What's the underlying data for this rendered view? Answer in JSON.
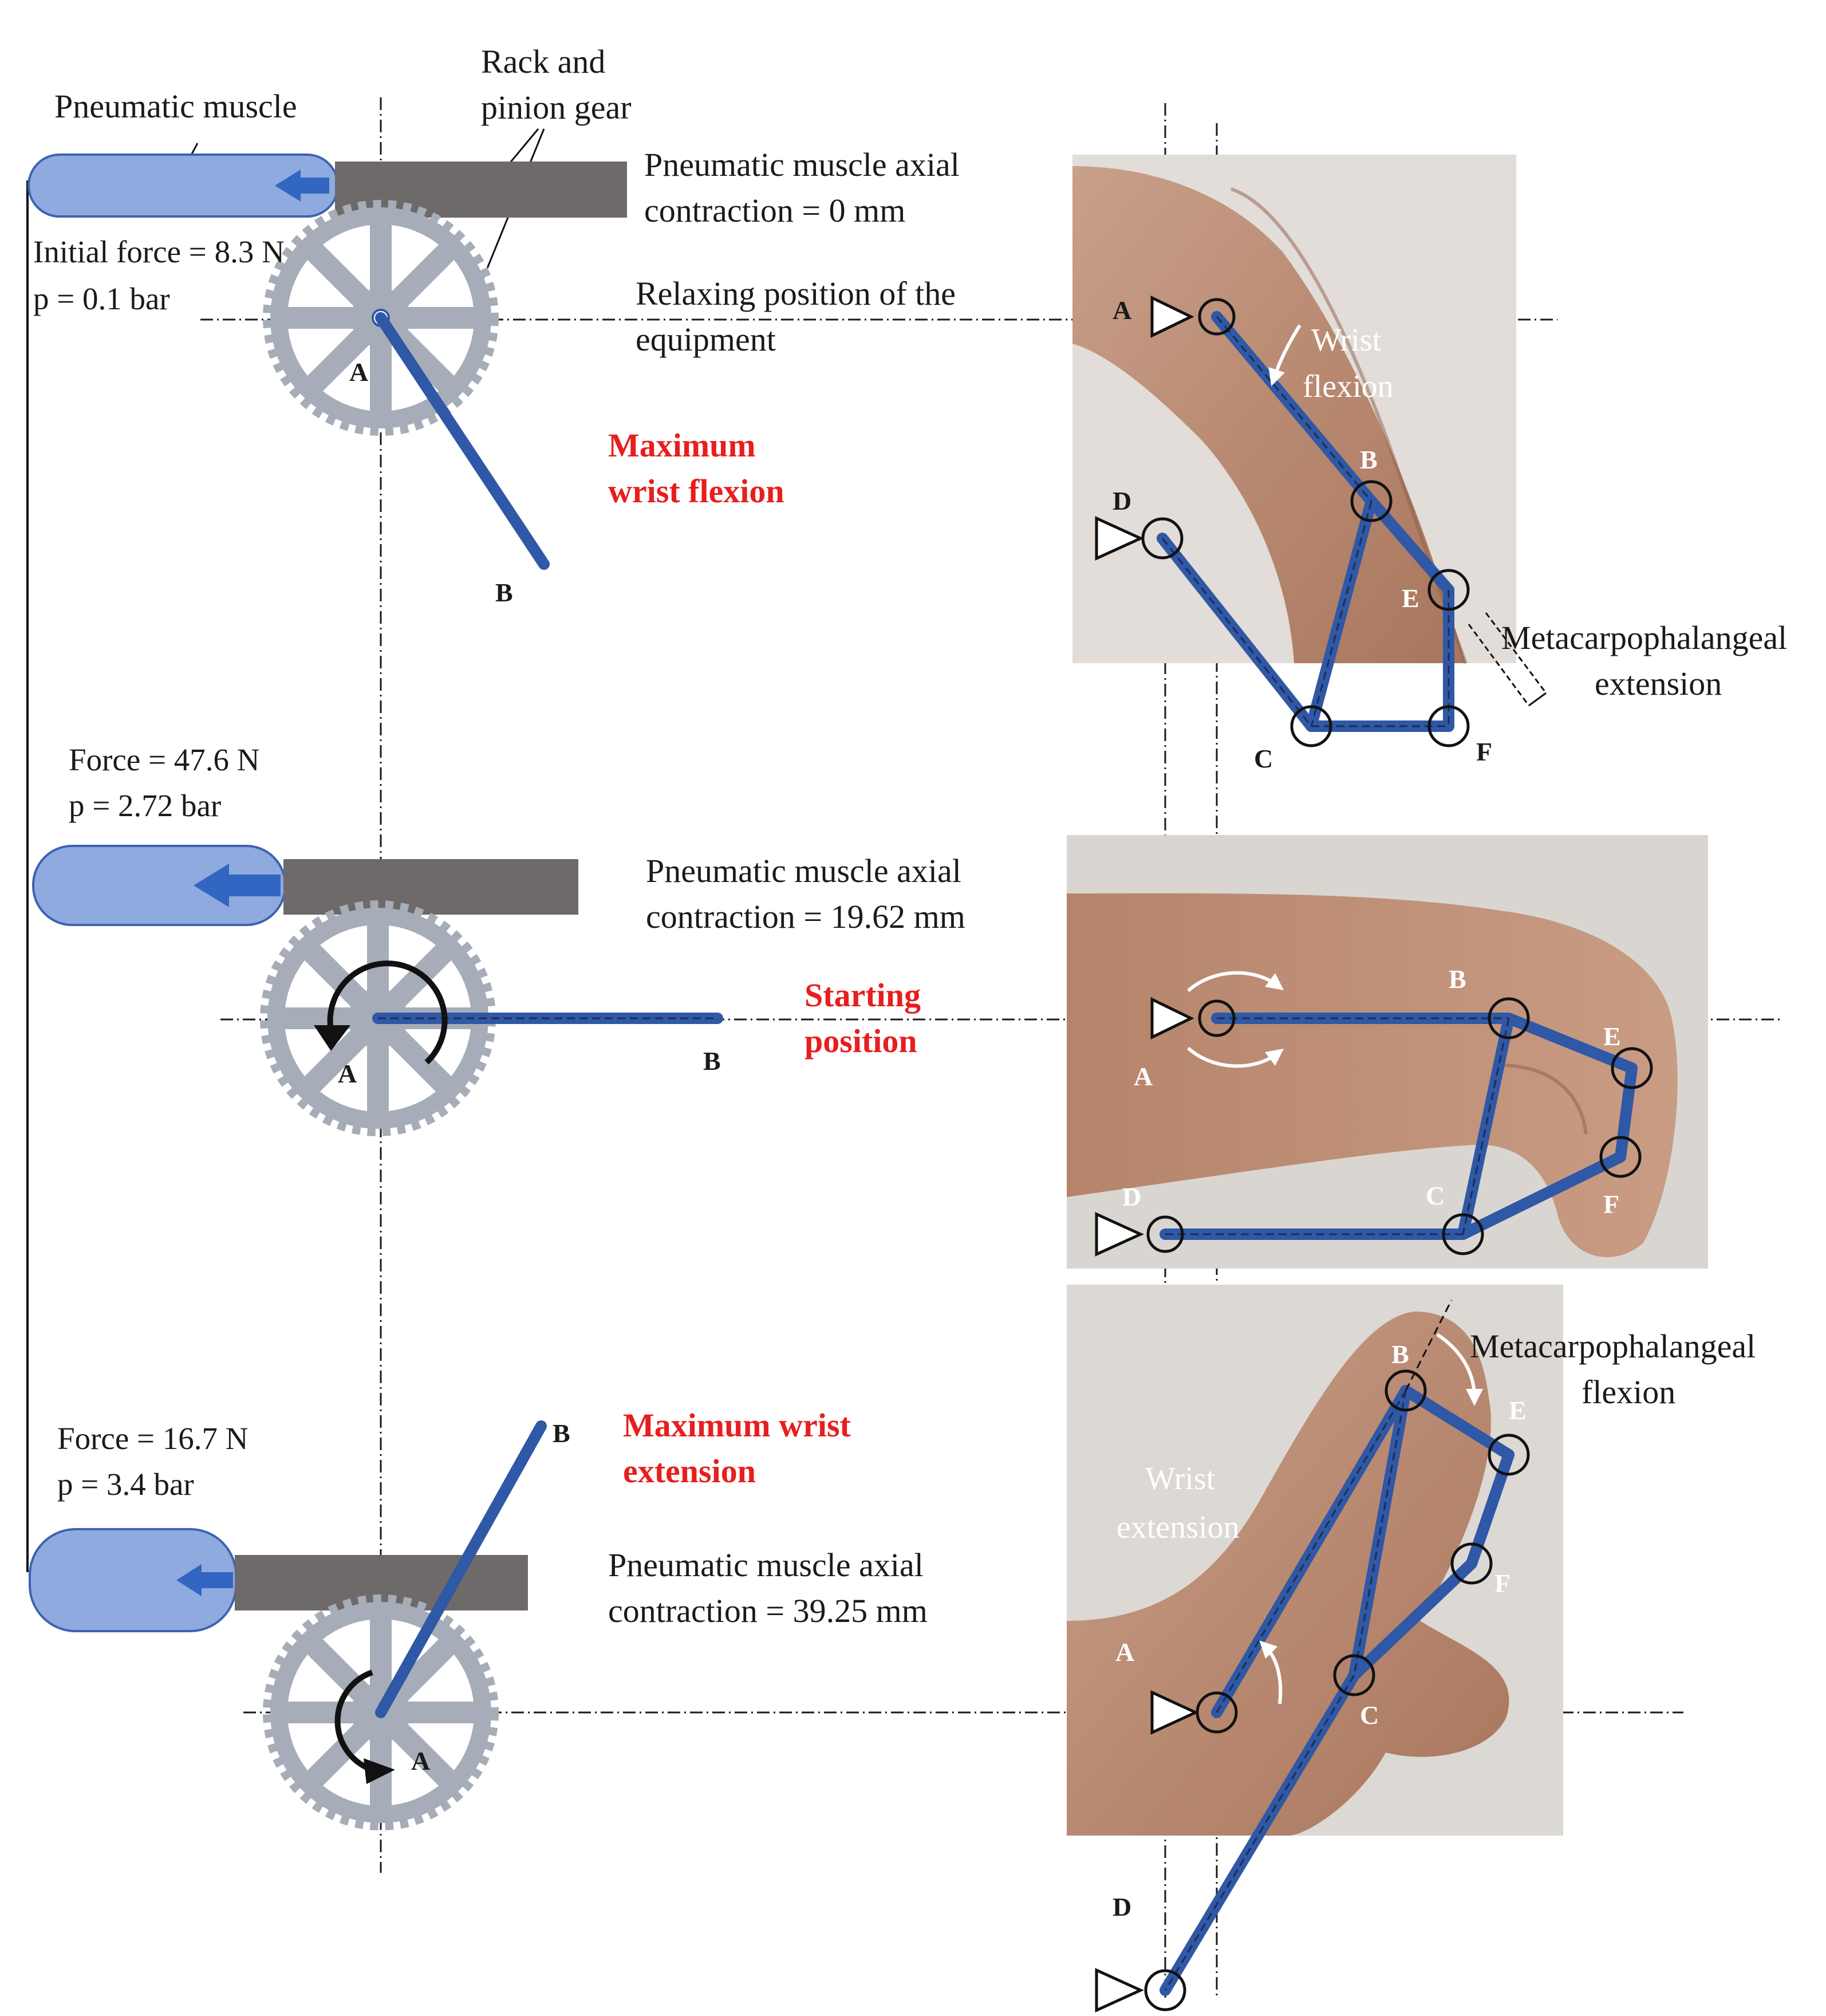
{
  "colors": {
    "accent_red": "#e81e1e",
    "link_blue": "#2f58a6",
    "muscle_blue": "#8eaadf",
    "rack_gray": "#6e6a6a",
    "gear_gray": "#a6adb8"
  },
  "panel1": {
    "muscle_label": "Pneumatic muscle",
    "rack_label_line1": "Rack and",
    "rack_label_line2": "pinion gear",
    "contraction_line1": "Pneumatic muscle axial",
    "contraction_line2": "contraction = 0 mm",
    "force": "Initial force = 8.3 N",
    "pressure": "p = 0.1 bar",
    "relax_line1": "Relaxing  position of the",
    "relax_line2": "equipment",
    "state_line1": "Maximum",
    "state_line2": "wrist flexion",
    "gear_a": "A",
    "gear_b": "B",
    "photo": {
      "A": "A",
      "B": "B",
      "C": "C",
      "D": "D",
      "E": "E",
      "F": "F",
      "motion_line1": "Wrist",
      "motion_line2": "flexion",
      "mcp_line1": "Metacarpophalangeal",
      "mcp_line2": "extension"
    }
  },
  "panel2": {
    "force": "Force = 47.6 N",
    "pressure": "p = 2.72 bar",
    "contraction_line1": "Pneumatic muscle axial",
    "contraction_line2": "contraction = 19.62 mm",
    "state_line1": "Starting",
    "state_line2": "position",
    "gear_a": "A",
    "gear_b": "B",
    "photo": {
      "A": "A",
      "B": "B",
      "C": "C",
      "D": "D",
      "E": "E",
      "F": "F"
    }
  },
  "panel3": {
    "force": "Force = 16.7 N",
    "pressure": "p = 3.4 bar",
    "contraction_line1": "Pneumatic muscle axial",
    "contraction_line2": "contraction = 39.25 mm",
    "state_line1": "Maximum wrist",
    "state_line2": "extension",
    "gear_a": "A",
    "gear_b": "B",
    "photo": {
      "A": "A",
      "B": "B",
      "C": "C",
      "D": "D",
      "E": "E",
      "F": "F",
      "motion_line1": "Wrist",
      "motion_line2": "extension",
      "mcp_line1": "Metacarpophalangeal",
      "mcp_line2": "flexion"
    }
  }
}
